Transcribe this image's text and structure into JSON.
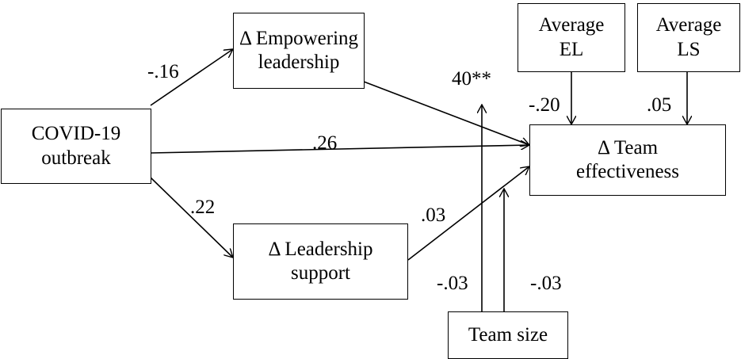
{
  "nodes": {
    "covid": {
      "lines": [
        "COVID-19",
        "outbreak"
      ]
    },
    "empowering": {
      "lines": [
        "Δ Empowering",
        "leadership"
      ]
    },
    "support": {
      "lines": [
        "Δ Leadership",
        "support"
      ]
    },
    "team_effectiveness": {
      "lines": [
        "Δ Team",
        "effectiveness"
      ]
    },
    "average_el": {
      "lines": [
        "Average",
        "EL"
      ]
    },
    "average_ls": {
      "lines": [
        "Average",
        "LS"
      ]
    },
    "team_size": {
      "lines": [
        "Team size"
      ]
    }
  },
  "paths": {
    "covid_to_empowering": "-.16",
    "covid_to_team_effectiveness": ".26",
    "covid_to_support": ".22",
    "empowering_to_team_effectiveness": "40**",
    "support_to_team_effectiveness": ".03",
    "average_el_to_team_effectiveness": "-.20",
    "average_ls_to_team_effectiveness": ".05",
    "team_size_moderation_empowering": "-.03",
    "team_size_moderation_support": "-.03"
  }
}
